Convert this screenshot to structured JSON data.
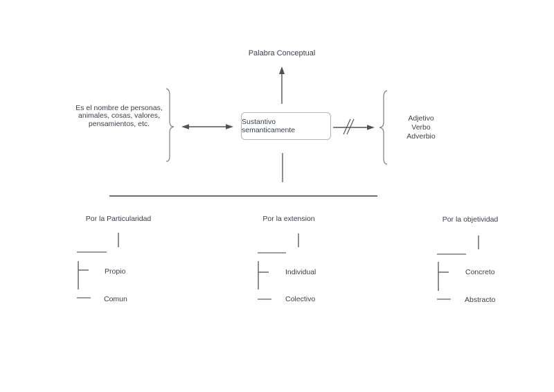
{
  "diagram": {
    "top_label": "Palabra Conceptual",
    "center_box": {
      "label": "Sustantivo semanticamente"
    },
    "left_note": {
      "lines": {
        "0": "Es el nombre de personas,",
        "1": "animales, cosas, valores,",
        "2": "pensamientos, etc."
      }
    },
    "right_note": {
      "lines": {
        "0": "Adjetivo",
        "1": "Verbo",
        "2": "Adverbio"
      }
    },
    "branches": {
      "0": {
        "title": "Por la Particularidad",
        "items": {
          "0": "Propio",
          "1": "Comun"
        }
      },
      "1": {
        "title": "Por la extension",
        "items": {
          "0": "Individual",
          "1": "Colectivo"
        }
      },
      "2": {
        "title": "Por la objetividad",
        "items": {
          "0": "Concreto",
          "1": "Abstracto"
        }
      }
    },
    "colors": {
      "background": "#ffffff",
      "text": "#3a414c",
      "arrow_line": "#4f5358",
      "box_border": "#b4b4b4",
      "brace": "#7d7d7d",
      "divider": "#5a5a5a",
      "tree_dark_line": "#5f5f5f",
      "tree_light_line": "#8f8f8f"
    }
  }
}
